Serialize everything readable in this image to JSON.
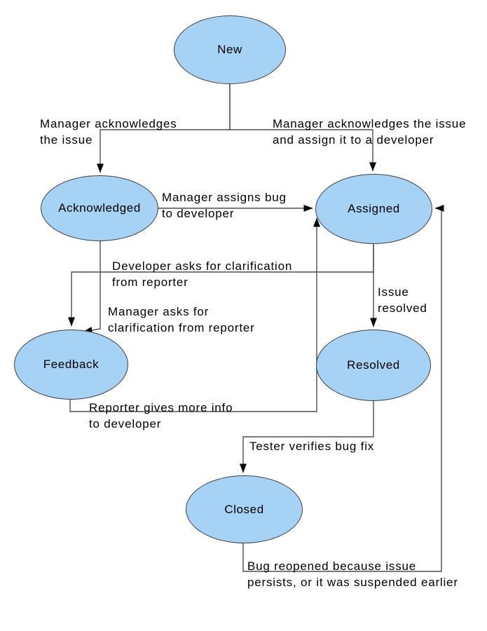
{
  "diagram": {
    "type": "state-diagram",
    "subject": "bug-issue-workflow",
    "colors": {
      "background": "#ffffff",
      "state_fill": "#a6d2f5",
      "state_border": "#3f3f3f",
      "connector": "#4d4d4d",
      "arrowhead": "#0a0a0a",
      "text": "#000000"
    },
    "states": [
      {
        "id": "new",
        "label": "New"
      },
      {
        "id": "acknowledged",
        "label": "Acknowledged"
      },
      {
        "id": "assigned",
        "label": "Assigned"
      },
      {
        "id": "feedback",
        "label": "Feedback"
      },
      {
        "id": "resolved",
        "label": "Resolved"
      },
      {
        "id": "closed",
        "label": "Closed"
      }
    ],
    "transitions": [
      {
        "from": "new",
        "to": "acknowledged",
        "label": "Manager acknowledges\nthe issue"
      },
      {
        "from": "new",
        "to": "assigned",
        "label": "Manager acknowledges the issue\nand assign it to a developer"
      },
      {
        "from": "acknowledged",
        "to": "assigned",
        "label": "Manager assigns bug\nto developer"
      },
      {
        "from": "assigned",
        "to": "feedback",
        "label": "Developer asks for clarification\nfrom reporter"
      },
      {
        "from": "acknowledged",
        "to": "feedback",
        "label": "Manager asks for\nclarification from reporter"
      },
      {
        "from": "assigned",
        "to": "resolved",
        "label": "Issue\nresolved"
      },
      {
        "from": "feedback",
        "to": "assigned",
        "label": "Reporter gives more info\nto developer"
      },
      {
        "from": "resolved",
        "to": "closed",
        "label": "Tester verifies bug fix"
      },
      {
        "from": "closed",
        "to": "assigned",
        "label": "Bug reopened because issue\npersists, or it was suspended earlier"
      }
    ]
  }
}
